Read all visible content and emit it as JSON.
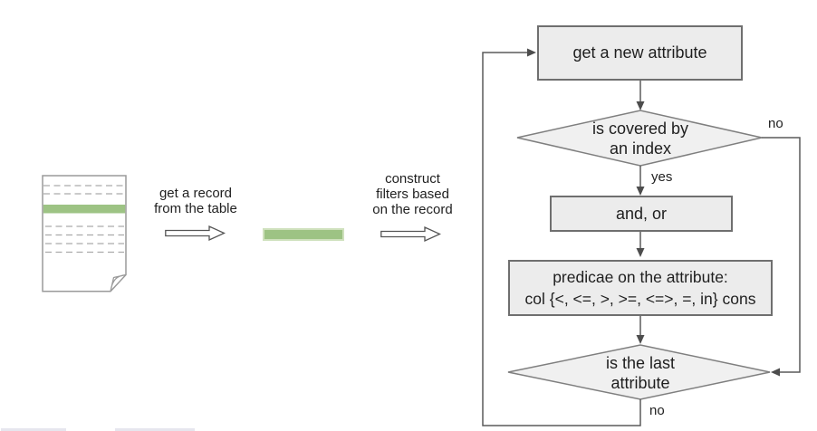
{
  "pipeline": {
    "record_step": {
      "caption_lines": [
        "get a record",
        "from the table"
      ]
    },
    "filter_step": {
      "caption_lines": [
        "construct",
        "filters based",
        "on the record"
      ]
    }
  },
  "flowchart": {
    "process_get_attribute": {
      "label": "get a new attribute"
    },
    "decision_covered": {
      "lines": [
        "is covered by",
        "an index"
      ]
    },
    "process_and_or": {
      "label": "and, or"
    },
    "process_predicate": {
      "lines": [
        "predicae on the attribute:",
        "col {<, <=, >, >=, <=>, =, in} cons"
      ]
    },
    "decision_last": {
      "lines": [
        "is the last",
        "attribute"
      ]
    },
    "edge_labels": {
      "covered_no": "no",
      "covered_yes": "yes",
      "last_no": "no"
    }
  },
  "colors": {
    "green_accent": "#9dc384",
    "green_accent_light": "#cfe1bd",
    "node_fill": "#ececec",
    "diamond_fill": "#f0f0f0",
    "node_border": "#6f6f6f",
    "connector": "#5a5a5a",
    "text": "#1f1f1f"
  }
}
